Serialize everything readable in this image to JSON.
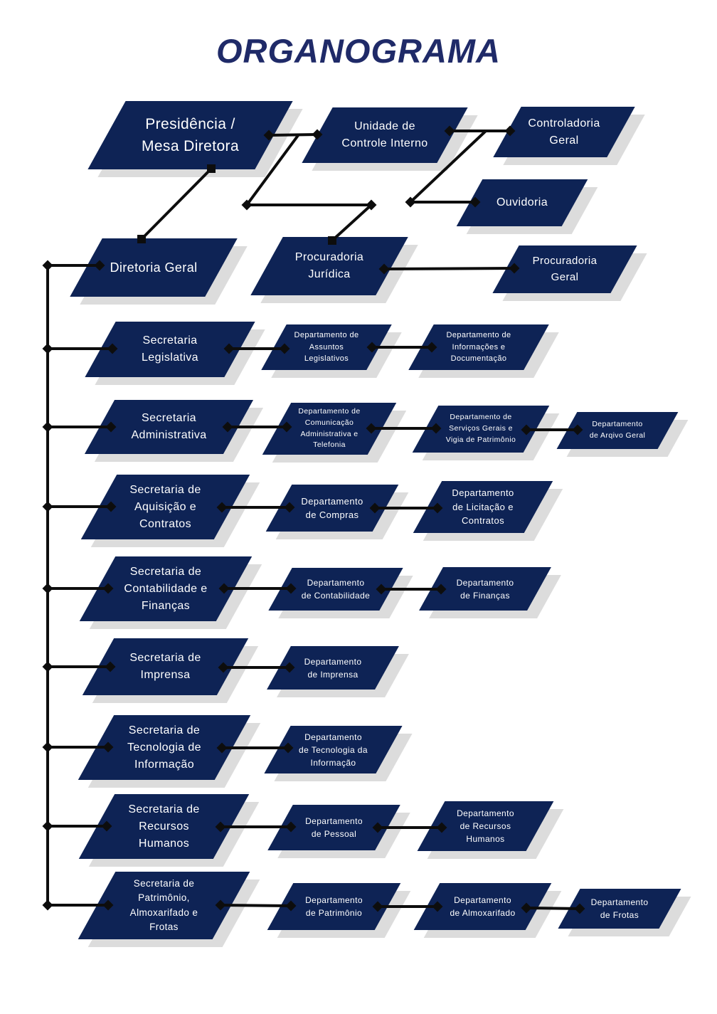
{
  "title": "ORGANOGRAMA",
  "palette": {
    "box_fill": "#0e2355",
    "box_shadow": "#dcdcdc",
    "connector": "#0d0d0d",
    "title_color": "#1f2a68",
    "label_color": "#ffffff"
  },
  "nodes": {
    "presidencia": {
      "label": "Presidência /\nMesa Diretora"
    },
    "unidade_controle_interno": {
      "label": "Unidade de\nControle Interno"
    },
    "controladoria_geral": {
      "label": "Controladoria\nGeral"
    },
    "ouvidoria": {
      "label": "Ouvidoria"
    },
    "diretoria_geral": {
      "label": "Diretoria Geral"
    },
    "procuradoria_juridica": {
      "label": "Procuradoria\nJurídica"
    },
    "procuradoria_geral": {
      "label": "Procuradoria\nGeral"
    },
    "secretaria_legislativa": {
      "label": "Secretaria\nLegislativa"
    },
    "dept_assuntos_legislativos": {
      "label": "Departamento de\nAssuntos\nLegislativos"
    },
    "dept_informacoes_documentacao": {
      "label": "Departamento de\nInformações e\nDocumentação"
    },
    "secretaria_administrativa": {
      "label": "Secretaria\nAdministrativa"
    },
    "dept_comunicacao_administrativa": {
      "label": "Departamento de\nComunicação\nAdministrativa e\nTelefonia"
    },
    "dept_servicos_gerais": {
      "label": "Departamento de\nServiços Gerais e\nVigia de Patrimônio"
    },
    "dept_arquivo_geral": {
      "label": "Departamento\nde Arqivo Geral"
    },
    "secretaria_aquisicao_contratos": {
      "label": "Secretaria de\nAquisição e\nContratos"
    },
    "dept_compras": {
      "label": "Departamento\nde Compras"
    },
    "dept_licitacao_contratos": {
      "label": "Departamento\nde Licitação e\nContratos"
    },
    "secretaria_contabilidade_financas": {
      "label": "Secretaria de\nContabilidade e\nFinanças"
    },
    "dept_contabilidade": {
      "label": "Departamento\nde Contabilidade"
    },
    "dept_financas": {
      "label": "Departamento\nde Finanças"
    },
    "secretaria_imprensa": {
      "label": "Secretaria de\nImprensa"
    },
    "dept_imprensa": {
      "label": "Departamento\nde Imprensa"
    },
    "secretaria_tecnologia_informacao": {
      "label": "Secretaria de\nTecnologia de\nInformação"
    },
    "dept_tecnologia_informacao": {
      "label": "Departamento\nde Tecnologia da\nInformação"
    },
    "secretaria_recursos_humanos": {
      "label": "Secretaria de\nRecursos\nHumanos"
    },
    "dept_pessoal": {
      "label": "Departamento\nde Pessoal"
    },
    "dept_recursos_humanos": {
      "label": "Departamento\nde Recursos\nHumanos"
    },
    "secretaria_patrimonio": {
      "label": "Secretaria de\nPatrimônio,\nAlmoxarifado e\nFrotas"
    },
    "dept_patrimonio": {
      "label": "Departamento\nde Patrimônio"
    },
    "dept_almoxarifado": {
      "label": "Departamento\nde Almoxarifado"
    },
    "dept_frotas": {
      "label": "Departamento\nde Frotas"
    }
  },
  "edges": [
    [
      "presidencia",
      "unidade_controle_interno"
    ],
    [
      "presidencia",
      "diretoria_geral"
    ],
    [
      "presidencia",
      "procuradoria_juridica"
    ],
    [
      "unidade_controle_interno",
      "controladoria_geral"
    ],
    [
      "unidade_controle_interno",
      "ouvidoria"
    ],
    [
      "procuradoria_juridica",
      "procuradoria_geral"
    ],
    [
      "diretoria_geral",
      "secretaria_legislativa"
    ],
    [
      "diretoria_geral",
      "secretaria_administrativa"
    ],
    [
      "diretoria_geral",
      "secretaria_aquisicao_contratos"
    ],
    [
      "diretoria_geral",
      "secretaria_contabilidade_financas"
    ],
    [
      "diretoria_geral",
      "secretaria_imprensa"
    ],
    [
      "diretoria_geral",
      "secretaria_tecnologia_informacao"
    ],
    [
      "diretoria_geral",
      "secretaria_recursos_humanos"
    ],
    [
      "diretoria_geral",
      "secretaria_patrimonio"
    ],
    [
      "secretaria_legislativa",
      "dept_assuntos_legislativos"
    ],
    [
      "dept_assuntos_legislativos",
      "dept_informacoes_documentacao"
    ],
    [
      "secretaria_administrativa",
      "dept_comunicacao_administrativa"
    ],
    [
      "dept_comunicacao_administrativa",
      "dept_servicos_gerais"
    ],
    [
      "dept_servicos_gerais",
      "dept_arquivo_geral"
    ],
    [
      "secretaria_aquisicao_contratos",
      "dept_compras"
    ],
    [
      "dept_compras",
      "dept_licitacao_contratos"
    ],
    [
      "secretaria_contabilidade_financas",
      "dept_contabilidade"
    ],
    [
      "dept_contabilidade",
      "dept_financas"
    ],
    [
      "secretaria_imprensa",
      "dept_imprensa"
    ],
    [
      "secretaria_tecnologia_informacao",
      "dept_tecnologia_informacao"
    ],
    [
      "secretaria_recursos_humanos",
      "dept_pessoal"
    ],
    [
      "dept_pessoal",
      "dept_recursos_humanos"
    ],
    [
      "secretaria_patrimonio",
      "dept_patrimonio"
    ],
    [
      "dept_patrimonio",
      "dept_almoxarifado"
    ],
    [
      "dept_almoxarifado",
      "dept_frotas"
    ]
  ]
}
